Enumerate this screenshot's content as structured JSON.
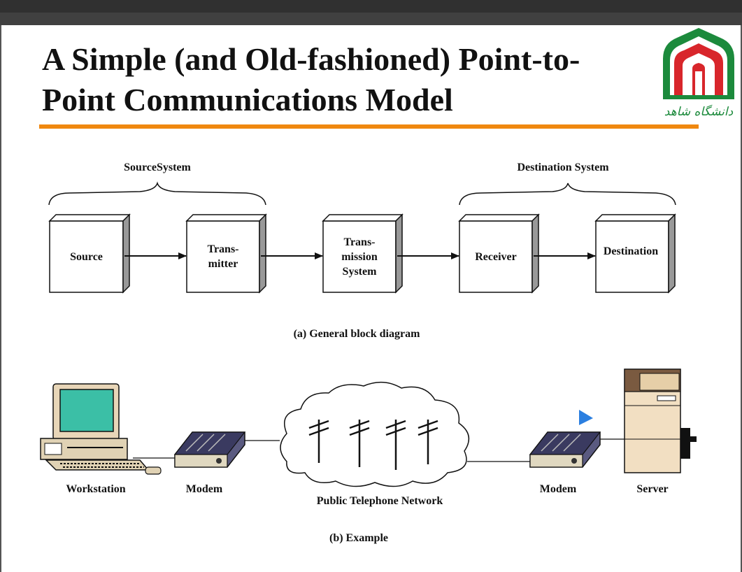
{
  "slide": {
    "title_line1": "A Simple (and Old-fashioned) Point-to-",
    "title_line2": "Point Communications Model",
    "logo_text": "دانشگاه شاهد",
    "accent_color": "#f0880f",
    "logo_green": "#1c8a3c",
    "logo_red": "#d8262b"
  },
  "diagram_a": {
    "source_system_label": "SourceSystem",
    "destination_system_label": "Destination System",
    "blocks": [
      {
        "id": "source",
        "text": "Source"
      },
      {
        "id": "transmitter",
        "text": "Trans-\nmitter"
      },
      {
        "id": "transmission-system",
        "text": "Trans-\nmission\nSystem"
      },
      {
        "id": "receiver",
        "text": "Receiver"
      },
      {
        "id": "destination",
        "text": "Destination"
      }
    ],
    "caption": "(a) General block diagram"
  },
  "diagram_b": {
    "workstation_label": "Workstation",
    "modem_left_label": "Modem",
    "network_label": "Public Telephone Network",
    "modem_right_label": "Modem",
    "server_label": "Server",
    "caption": "(b) Example",
    "cursor_icon": "pointer-cursor-icon"
  }
}
